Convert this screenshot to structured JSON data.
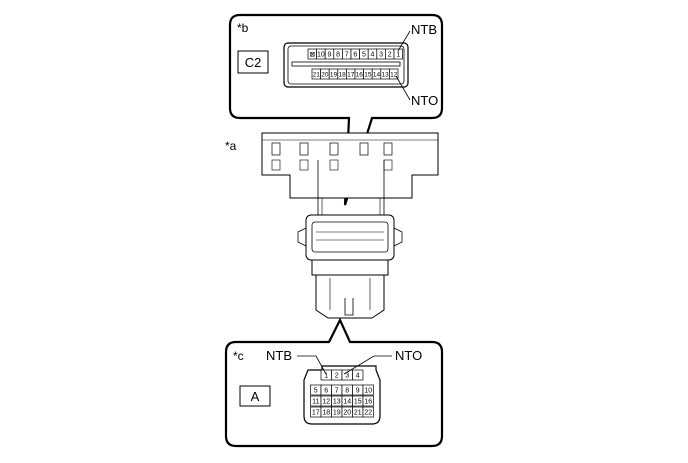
{
  "labels": {
    "view_a": "*a",
    "view_b": "*b",
    "view_c": "*c",
    "connector_b_code": "C2",
    "connector_c_code": "A",
    "ntb": "NTB",
    "nto": "NTO"
  },
  "connector_b": {
    "top_row": [
      "⊠",
      "10",
      "9",
      "8",
      "7",
      "6",
      "5",
      "4",
      "3",
      "2",
      "1"
    ],
    "bottom_row": [
      "21",
      "20",
      "19",
      "18",
      "17",
      "16",
      "15",
      "14",
      "13",
      "12"
    ]
  },
  "connector_c": {
    "rows": [
      [
        "1",
        "2",
        "3",
        "4"
      ],
      [
        "5",
        "6",
        "7",
        "8",
        "9",
        "10"
      ],
      [
        "11",
        "12",
        "13",
        "14",
        "15",
        "16"
      ],
      [
        "17",
        "18",
        "19",
        "20",
        "21",
        "22"
      ]
    ]
  }
}
